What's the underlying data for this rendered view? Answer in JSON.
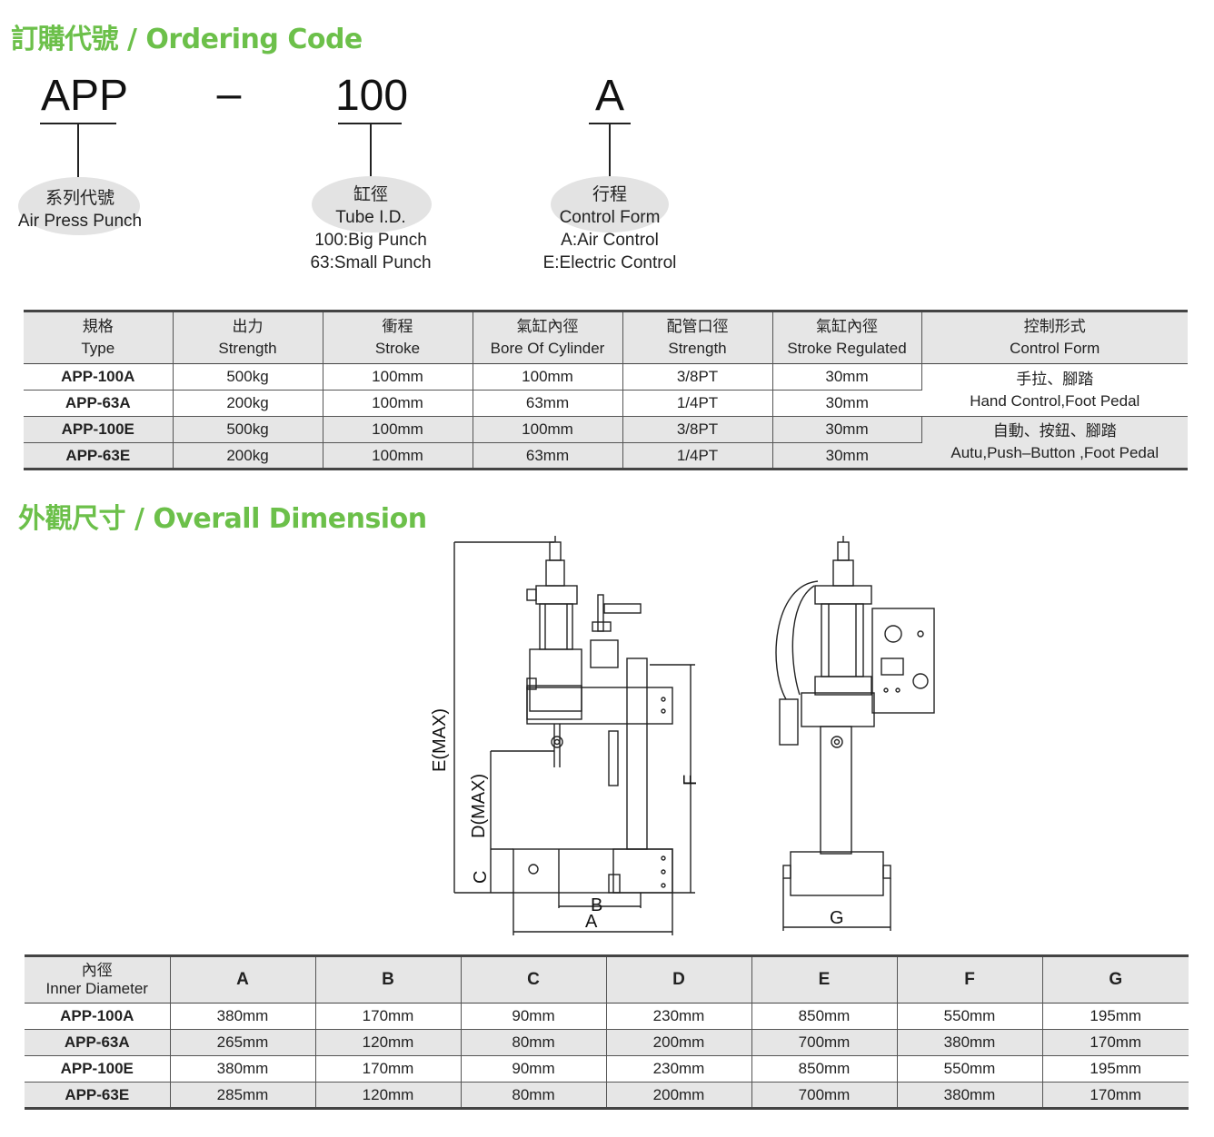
{
  "ordering": {
    "title": "訂購代號 / Ordering Code",
    "segments": {
      "series": "APP",
      "dash": "–",
      "bore": "100",
      "control": "A"
    },
    "series_label": {
      "zh": "系列代號",
      "en": "Air Press Punch"
    },
    "bore_label": {
      "zh": "缸徑",
      "en": "Tube I.D.",
      "opt1": "100:Big Punch",
      "opt2": "63:Small Punch"
    },
    "control_label": {
      "zh": "行程",
      "en": "Control Form",
      "opt1": "A:Air Control",
      "opt2": "E:Electric Control"
    }
  },
  "spec_table": {
    "headers": [
      {
        "zh": "規格",
        "en": "Type"
      },
      {
        "zh": "出力",
        "en": "Strength"
      },
      {
        "zh": "衝程",
        "en": "Stroke"
      },
      {
        "zh": "氣缸內徑",
        "en": "Bore Of Cylinder"
      },
      {
        "zh": "配管口徑",
        "en": "Strength"
      },
      {
        "zh": "氣缸內徑",
        "en": "Stroke Regulated"
      },
      {
        "zh": "控制形式",
        "en": "Control Form"
      }
    ],
    "rows": [
      [
        "APP-100A",
        "500kg",
        "100mm",
        "100mm",
        "3/8PT",
        "30mm"
      ],
      [
        "APP-63A",
        "200kg",
        "100mm",
        "63mm",
        "1/4PT",
        "30mm"
      ],
      [
        "APP-100E",
        "500kg",
        "100mm",
        "100mm",
        "3/8PT",
        "30mm"
      ],
      [
        "APP-63E",
        "200kg",
        "100mm",
        "63mm",
        "1/4PT",
        "30mm"
      ]
    ],
    "control_a": {
      "zh": "手拉、腳踏",
      "en": "Hand Control,Foot Pedal"
    },
    "control_e": {
      "zh": "自動、按鈕、腳踏",
      "en": "Autu,Push–Button ,Foot Pedal"
    }
  },
  "dimension": {
    "title": "外觀尺寸 / Overall Dimension",
    "drawing_labels": {
      "e": "E(MAX)",
      "d": "D(MAX)",
      "c": "C",
      "f": "F",
      "b": "B",
      "a": "A",
      "g": "G"
    }
  },
  "dim_table": {
    "first_header": {
      "zh": "內徑",
      "en": "Inner Diameter"
    },
    "headers": [
      "A",
      "B",
      "C",
      "D",
      "E",
      "F",
      "G"
    ],
    "rows": [
      [
        "APP-100A",
        "380mm",
        "170mm",
        "90mm",
        "230mm",
        "850mm",
        "550mm",
        "195mm"
      ],
      [
        "APP-63A",
        "265mm",
        "120mm",
        "80mm",
        "200mm",
        "700mm",
        "380mm",
        "170mm"
      ],
      [
        "APP-100E",
        "380mm",
        "170mm",
        "90mm",
        "230mm",
        "850mm",
        "550mm",
        "195mm"
      ],
      [
        "APP-63E",
        "285mm",
        "120mm",
        "80mm",
        "200mm",
        "700mm",
        "380mm",
        "170mm"
      ]
    ]
  }
}
